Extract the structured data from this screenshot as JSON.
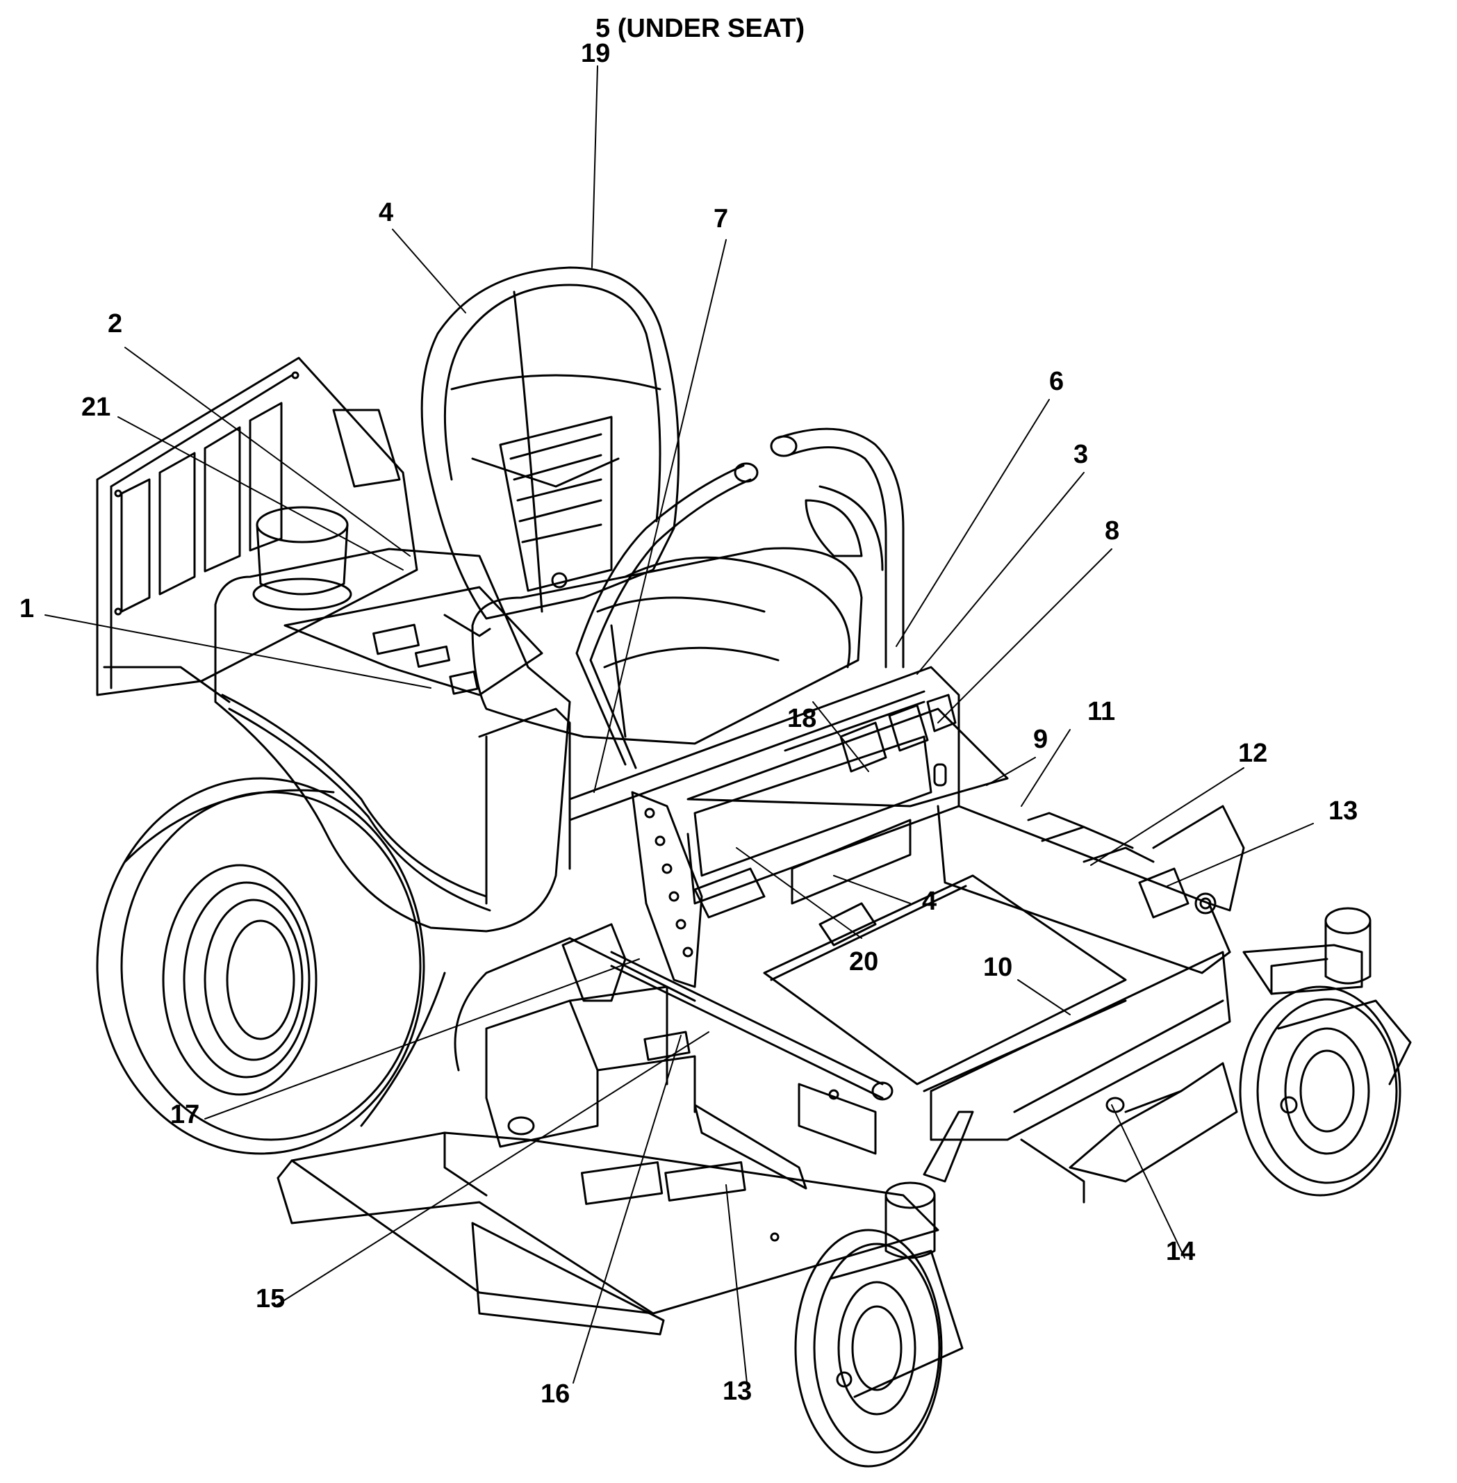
{
  "colors": {
    "line": "#000000",
    "background": "#ffffff"
  },
  "callouts": {
    "c5_under_seat": "5 (UNDER SEAT)",
    "c19": "19",
    "c4_seat": "4",
    "c7": "7",
    "c2": "2",
    "c21": "21",
    "c6": "6",
    "c3": "3",
    "c8": "8",
    "c1": "1",
    "c18": "18",
    "c9": "9",
    "c11": "11",
    "c12": "12",
    "c13_right": "13",
    "c4_floor": "4",
    "c20": "20",
    "c10": "10",
    "c17": "17",
    "c14": "14",
    "c15": "15",
    "c16": "16",
    "c13_bottom": "13"
  }
}
